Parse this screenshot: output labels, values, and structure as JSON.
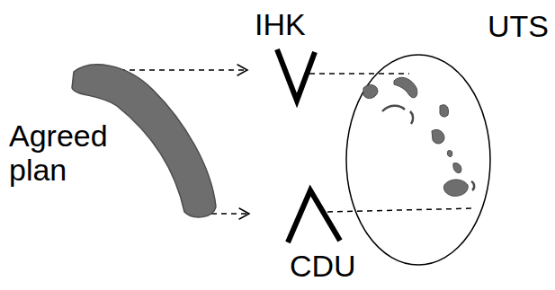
{
  "diagram": {
    "nodes": [
      {
        "text": [
          "Agreed plan"
        ]
      },
      {
        "text": [
          "IHK"
        ]
      },
      {
        "text": [
          "CDU"
        ]
      },
      {
        "text": [
          "UTS"
        ]
      }
    ],
    "edges": [
      {
        "from": 0,
        "to": 1,
        "arrow": "to"
      },
      {
        "from": 1,
        "to": 3,
        "arrow": "none"
      },
      {
        "from": 0,
        "to": 2,
        "arrow": "to"
      },
      {
        "from": 2,
        "to": 3,
        "arrow": "none"
      }
    ]
  }
}
